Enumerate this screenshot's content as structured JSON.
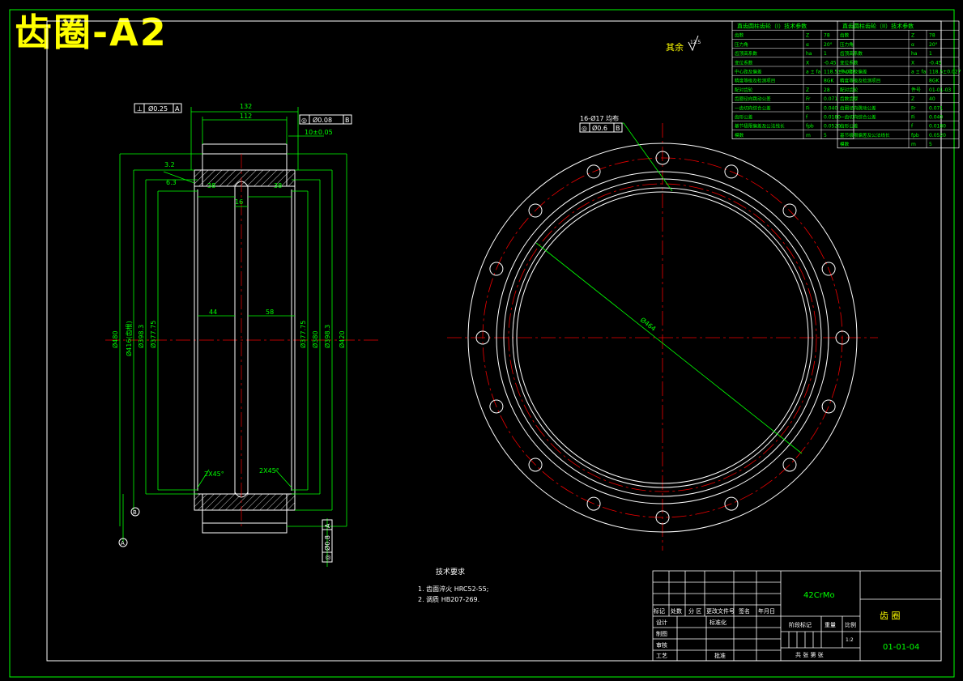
{
  "sheet_title": "齿圈-A2",
  "surface_note": "其余",
  "surface_symbol_value": "12.5",
  "section_view": {
    "gdt_top_left": {
      "symbol": "⊥",
      "value": "Ø0.25",
      "datum": "A"
    },
    "gdt_top_right": {
      "symbol": "◎",
      "value": "Ø0.08",
      "datum": "B"
    },
    "dim_overall_width": "132",
    "dim_inner_width": "112",
    "dim_groove_note": "10±0.05",
    "dim_groove_width": "16",
    "dim_left_tooth": "38",
    "dim_right_tooth": "38",
    "dim_left_bore": "44",
    "dim_right_bore": "58",
    "dim_left_diam_1": "Ø480",
    "dim_left_diam_2": "Ø416(齿根)",
    "dim_left_diam_3": "Ø398.3",
    "dim_left_diam_4": "Ø377.75",
    "dim_right_diam_1": "Ø377.75",
    "dim_right_diam_2": "Ø380",
    "dim_right_diam_3": "Ø398.3",
    "dim_right_diam_4": "Ø420",
    "chamfer_left": "2X45°",
    "chamfer_right": "2X45°",
    "roughness_1": "3.2",
    "roughness_2": "6.3",
    "gdt_bottom": {
      "symbol": "◎",
      "value": "Ø0.8",
      "datum": "A"
    },
    "datum_b": "B",
    "datum_a": "A"
  },
  "front_view": {
    "hole_note": "16-Ø17  均布",
    "hole_gdt": {
      "symbol": "◎",
      "value": "Ø0.6",
      "datum": "B"
    },
    "pcd": "Ø464",
    "hole_count": 16
  },
  "param_table_1": {
    "title": "直齿圆柱齿轮（I）技术参数",
    "rows": [
      [
        "齿数",
        "Z",
        "78"
      ],
      [
        "压力角",
        "α",
        "20°"
      ],
      [
        "齿顶高系数",
        "ha",
        "1"
      ],
      [
        "变位系数",
        "X",
        "-0.45"
      ],
      [
        "中心距及偏差",
        "a ± fa",
        "118.5±0.027"
      ],
      [
        "精度等级及检测项目",
        "",
        "8GK"
      ],
      [
        "配对齿轮",
        "Z",
        "28"
      ],
      [
        "齿圈径向跳动公差",
        "Fr",
        "0.071"
      ],
      [
        "一齿切向综合公差",
        "Fi",
        "0.040"
      ],
      [
        "齿形公差",
        "f",
        "0.0180"
      ],
      [
        "基节极限偏差及公法线长",
        "fpb",
        "0.0520"
      ],
      [
        "模数",
        "m",
        "5"
      ]
    ]
  },
  "param_table_2": {
    "title": "直齿圆柱齿轮（II）技术参数",
    "rows": [
      [
        "齿数",
        "Z",
        "78"
      ],
      [
        "压力角",
        "α",
        "20°"
      ],
      [
        "齿顶高系数",
        "ha",
        "1"
      ],
      [
        "变位系数",
        "X",
        "-0.45"
      ],
      [
        "中心距及偏差",
        "a ± fa",
        "118.5±0.027"
      ],
      [
        "精度等级及检测项目",
        "",
        "8GK"
      ],
      [
        "配对齿轮",
        "件号",
        "01-01-03"
      ],
      [
        "齿数齿厚",
        "Z",
        "40"
      ],
      [
        "齿圈径向跳动公差",
        "Fr",
        "0.071"
      ],
      [
        "一齿切向综合公差",
        "Fi",
        "0.040"
      ],
      [
        "齿形公差",
        "f",
        "0.0180"
      ],
      [
        "基节极限偏差及公法线长",
        "fpb",
        "0.0520"
      ],
      [
        "模数",
        "m",
        "5"
      ]
    ]
  },
  "tech_requirements": {
    "title": "技术要求",
    "items": [
      "1. 齿面淬火 HRC52-55;",
      "2. 调质 HB207-269."
    ]
  },
  "title_block": {
    "material": "42CrMo",
    "part_name": "齿   圈",
    "drawing_no": "01-01-04",
    "scale": "1:2",
    "headers": [
      "标记",
      "处数",
      "分 区",
      "更改文件号",
      "签名",
      "年月日"
    ],
    "row_design": "设计",
    "row_std": "标准化",
    "row_check": "制图",
    "row_review": "审核",
    "row_process": "工艺",
    "row_approve": "批准",
    "stage_mark": "阶段标记",
    "weight": "重量",
    "ratio": "比例",
    "sheets": "共  张     第  张"
  }
}
